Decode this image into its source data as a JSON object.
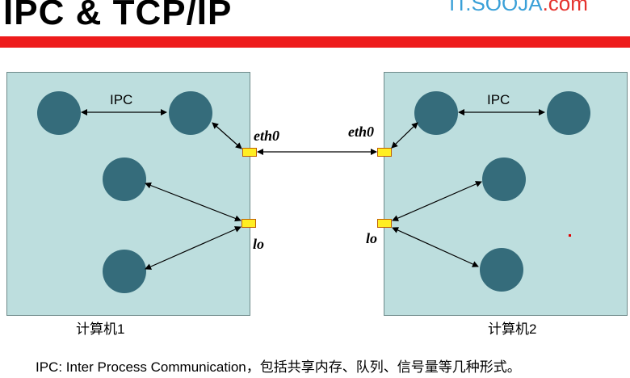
{
  "title": "IPC & TCP/IP",
  "brand": {
    "text": "IT.SOOJA",
    "suffix": ".com"
  },
  "computer1": {
    "caption": "计算机1",
    "ipc_label": "IPC",
    "eth_label": "eth0",
    "lo_label": "lo"
  },
  "computer2": {
    "caption": "计算机2",
    "ipc_label": "IPC",
    "eth_label": "eth0",
    "lo_label": "lo"
  },
  "footnote": "IPC: Inter Process Communication，包括共享内存、队列、信号量等几种形式。",
  "colors": {
    "box_fill": "#bddede",
    "node_fill": "#356c7b",
    "port_fill": "#ffee22",
    "title_bar": "#ee1c1c"
  }
}
